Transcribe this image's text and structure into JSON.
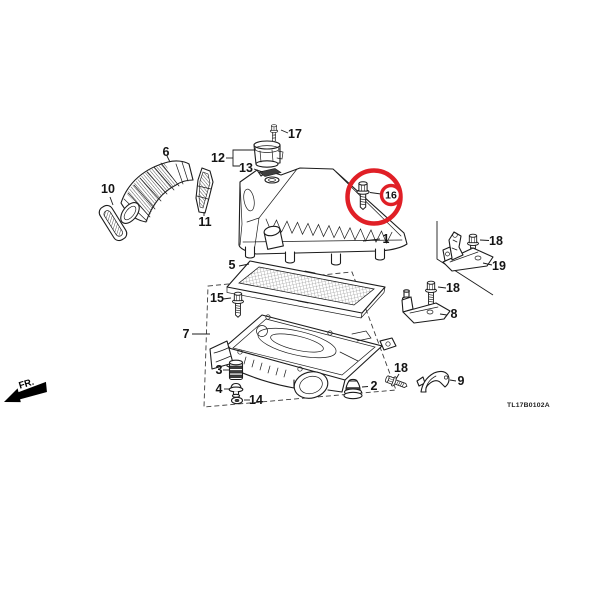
{
  "diagram": {
    "code": "TL17B0102A",
    "front_label": "FR."
  },
  "highlight": {
    "callout": "16",
    "color": "#e01f26"
  },
  "callouts": {
    "c1": "1",
    "c2": "2",
    "c3": "3",
    "c4": "4",
    "c5": "5",
    "c6": "6",
    "c7": "7",
    "c8": "8",
    "c9": "9",
    "c10": "10",
    "c11": "11",
    "c12": "12",
    "c13": "13",
    "c14": "14",
    "c15": "15",
    "c16": "16",
    "c17": "17",
    "c18": "18",
    "c19": "19"
  }
}
